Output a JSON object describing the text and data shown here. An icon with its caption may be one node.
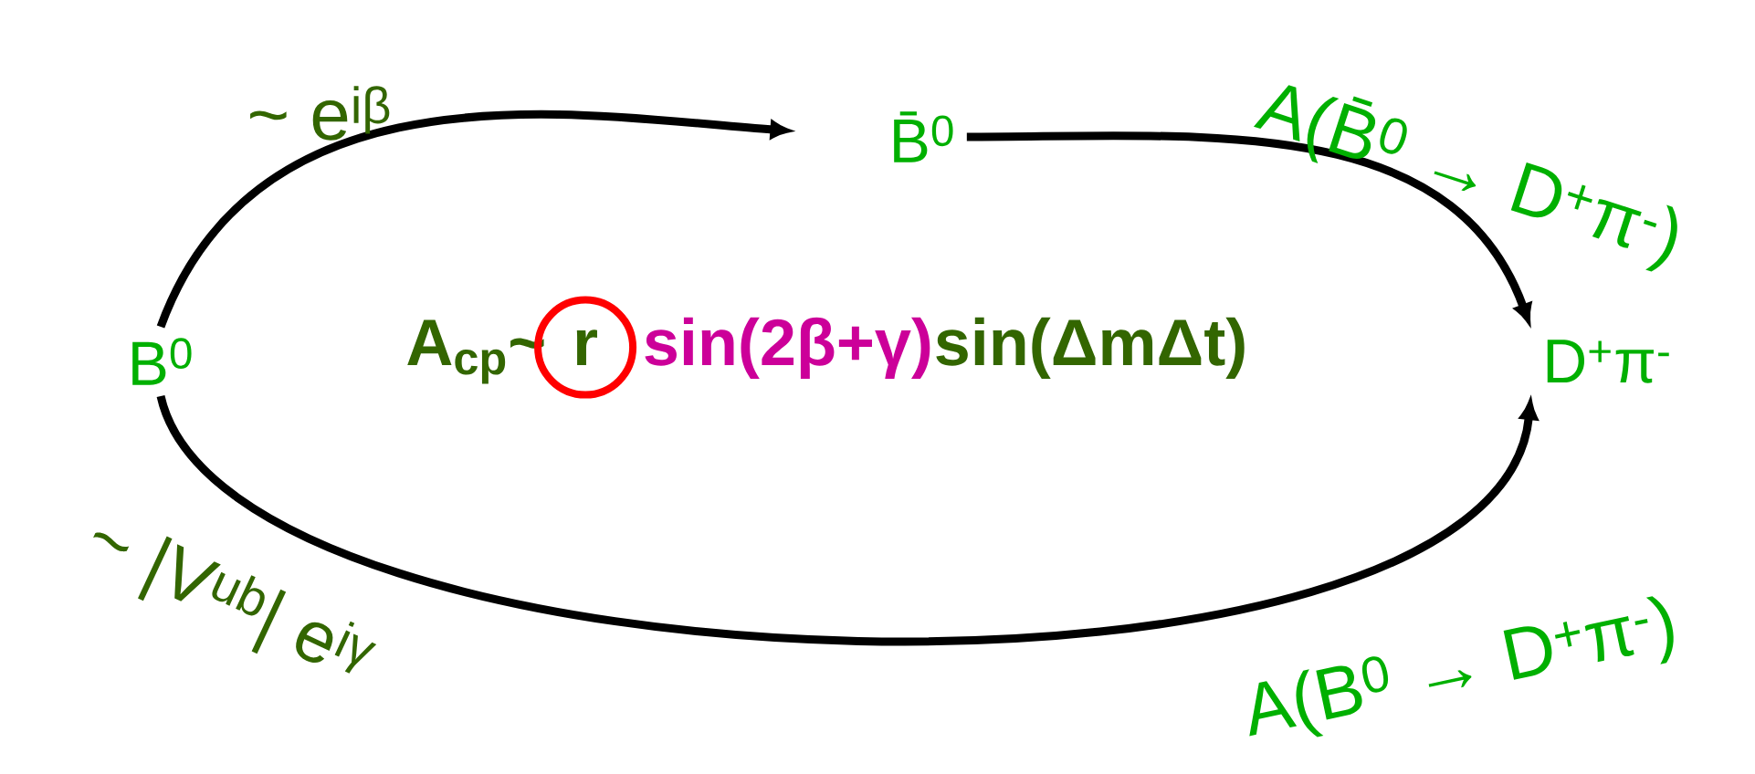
{
  "diagram": {
    "nodes": [
      {
        "text": [
          "B$^{0}$"
        ]
      },
      {
        "text": [
          "B̄$^{0}$"
        ]
      },
      {
        "text": [
          "D$^{+}$π$^{-}$"
        ]
      }
    ],
    "edges": [
      {
        "from": 0,
        "to": 1,
        "arrow": "to",
        "label": "~ e$^{iβ}$"
      },
      {
        "from": 1,
        "to": 2,
        "arrow": "to",
        "label": "A(B̄$^{0}$ → D$^{+}$π$^{-}$)"
      },
      {
        "from": 0,
        "to": 2,
        "arrow": "to",
        "label": "A(B$^{0}$ → D$^{+}$π$^{-}$)"
      }
    ],
    "labels": [
      "~ |V$^{ub}$| e$^{iγ}$",
      "A$_{cp}$~",
      "r",
      "sin(2β+γ)",
      "sin(ΔmΔt)"
    ]
  }
}
